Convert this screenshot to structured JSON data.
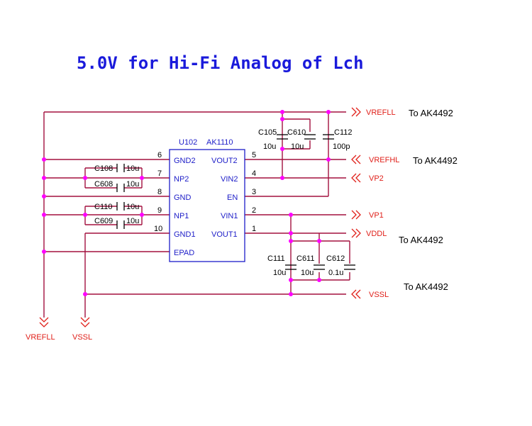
{
  "title": "5.0V for Hi-Fi Analog of Lch",
  "ic": {
    "ref": "U102",
    "part": "AK1110",
    "left_pins": [
      {
        "num": "6",
        "name": "GND2"
      },
      {
        "num": "7",
        "name": "NP2"
      },
      {
        "num": "8",
        "name": "GND"
      },
      {
        "num": "9",
        "name": "NP1"
      },
      {
        "num": "10",
        "name": "GND1"
      },
      {
        "num": "",
        "name": "EPAD"
      }
    ],
    "right_pins": [
      {
        "num": "5",
        "name": "VOUT2"
      },
      {
        "num": "4",
        "name": "VIN2"
      },
      {
        "num": "3",
        "name": "EN"
      },
      {
        "num": "2",
        "name": "VIN1"
      },
      {
        "num": "1",
        "name": "VOUT1"
      }
    ]
  },
  "left_caps": [
    {
      "ref": "C108",
      "value": "10u"
    },
    {
      "ref": "C608",
      "value": "10u"
    },
    {
      "ref": "C110",
      "value": "10u"
    },
    {
      "ref": "C609",
      "value": "10u"
    }
  ],
  "top_caps": [
    {
      "ref": "C105",
      "value": "10u"
    },
    {
      "ref": "C610",
      "value": "10u"
    },
    {
      "ref": "C112",
      "value": "100p"
    }
  ],
  "bottom_caps": [
    {
      "ref": "C111",
      "value": "10u"
    },
    {
      "ref": "C611",
      "value": "10u"
    },
    {
      "ref": "C612",
      "value": "0.1u"
    }
  ],
  "nets": {
    "vrefll_top": "VREFLL",
    "vrefhl": "VREFHL",
    "vp2": "VP2",
    "vp1": "VP1",
    "vddl": "VDDL",
    "vssl": "VSSL",
    "vrefll_bottom": "VREFLL",
    "vssl_bottom": "VSSL"
  },
  "destinations": {
    "vrefll": "To AK4492",
    "vrefhl": "To AK4492",
    "vddl": "To AK4492",
    "vssl": "To AK4492"
  },
  "colors": {
    "wire": "#a3103f",
    "junction": "#ff00ff",
    "component": "#1d1dc8",
    "net_label": "#e0201a",
    "title": "#1a1adb"
  }
}
